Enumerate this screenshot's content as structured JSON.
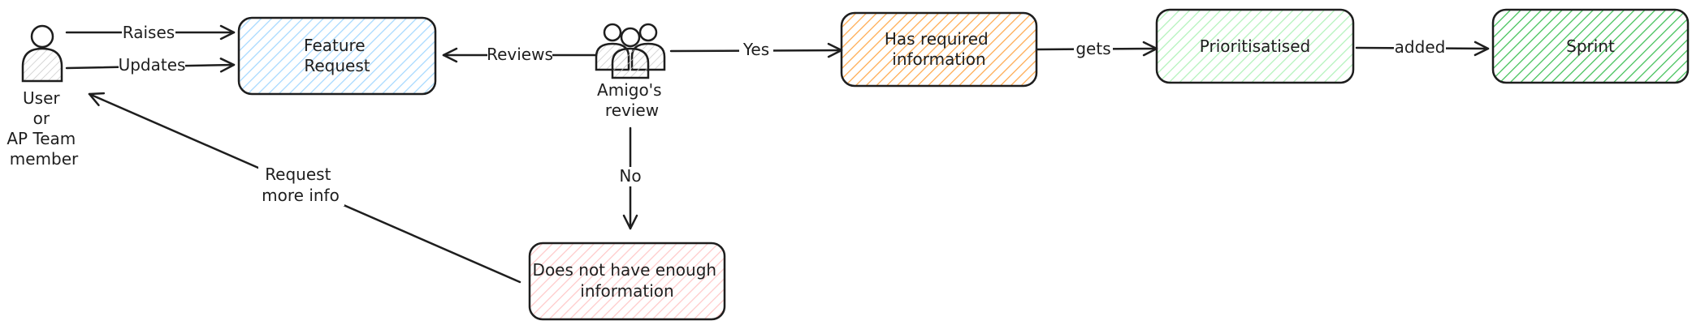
{
  "actors": {
    "user": {
      "lines": [
        "User",
        "or",
        "AP Team",
        "member"
      ]
    },
    "amigo": {
      "lines": [
        "Amigo's",
        "review"
      ]
    }
  },
  "boxes": {
    "feature_request": {
      "lines": [
        "Feature",
        "Request"
      ],
      "fill": "#a5d8ff"
    },
    "has_required": {
      "lines": [
        "Has required",
        "information"
      ],
      "fill": "#ffa94d"
    },
    "prioritised": {
      "lines": [
        "Prioritisatised"
      ],
      "fill": "#b2f2bb"
    },
    "sprint": {
      "lines": [
        "Sprint"
      ],
      "fill": "#40c057"
    },
    "not_enough": {
      "lines": [
        "Does not have enough",
        "information"
      ],
      "fill": "#ffc9c9"
    }
  },
  "edges": {
    "raises": "Raises",
    "updates": "Updates",
    "reviews": "Reviews",
    "yes": "Yes",
    "gets": "gets",
    "added": "added",
    "no": "No",
    "request_more": [
      "Request",
      "more info"
    ]
  }
}
